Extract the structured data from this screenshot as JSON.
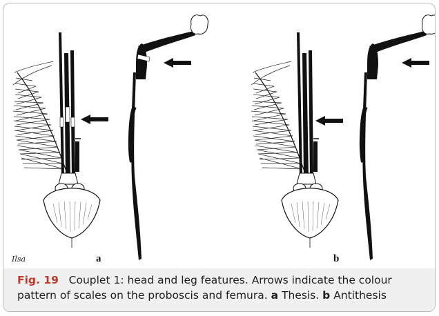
{
  "figure": {
    "number": "Fig. 19",
    "caption_text": "Couplet 1: head and leg features. Arrows indicate the colour pattern of scales on the proboscis and femura.",
    "panel_a_marker": "a",
    "panel_a_text": "Thesis.",
    "panel_b_marker": "b",
    "panel_b_text": "Antithesis",
    "accent_color": "#c0392b"
  },
  "panels": [
    {
      "label": "a"
    },
    {
      "label": "b"
    }
  ],
  "signature": "Ilsa",
  "icons": [
    "arrow-left-icon",
    "mosquito-head-drawing",
    "mosquito-leg-drawing"
  ]
}
